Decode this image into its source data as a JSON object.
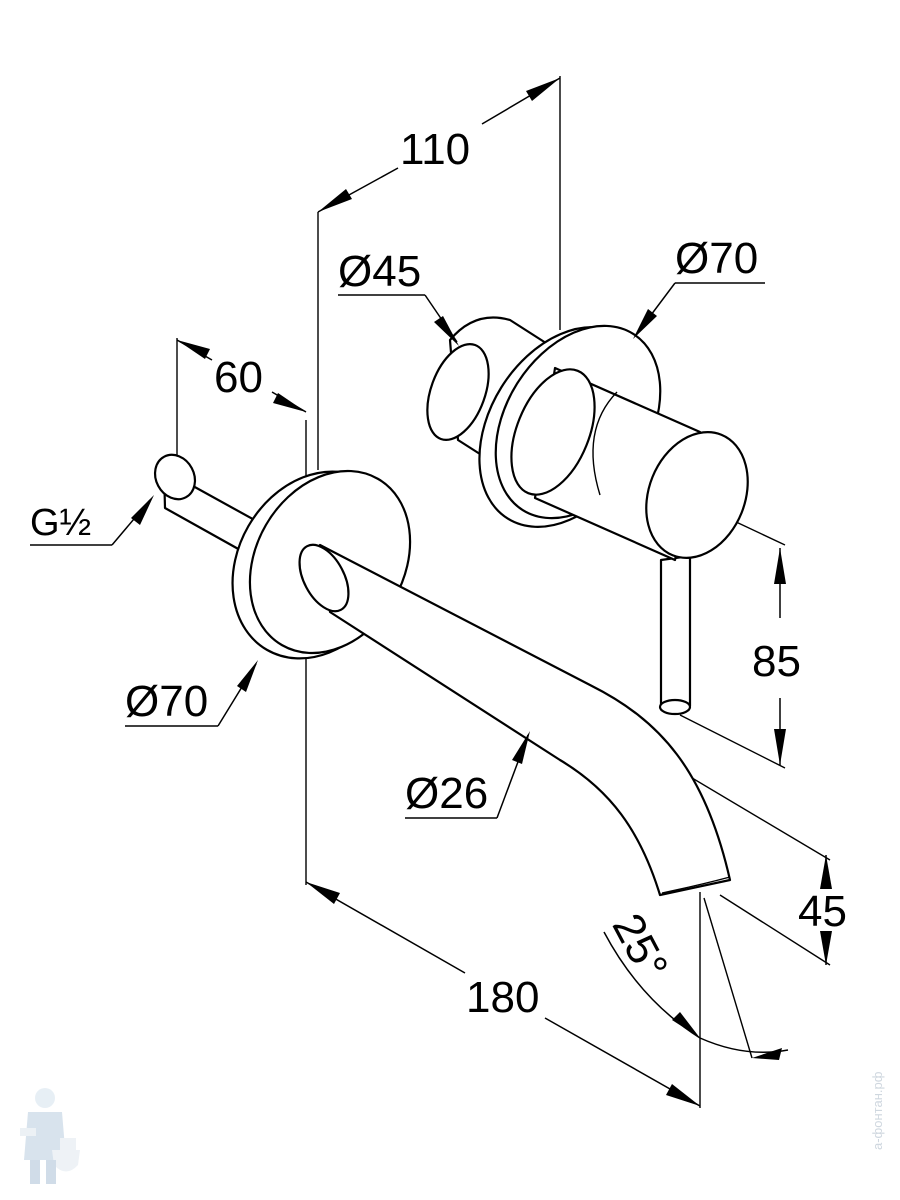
{
  "drawing": {
    "dimensions": {
      "offset_top": "110",
      "spout_projection": "180",
      "body_depth": "60",
      "lever_height": "85",
      "spout_drop": "45",
      "spout_angle": "25°"
    },
    "diameters": {
      "handle_small": "Ø45",
      "handle_rosette": "Ø70",
      "spout_rosette": "Ø70",
      "spout_tube": "Ø26"
    },
    "connection": "G½"
  },
  "watermark": {
    "text": "а-фонтан.рф",
    "icon": "plumber-with-toilet-icon"
  },
  "colors": {
    "line": "#000000",
    "background": "#ffffff",
    "watermark": "#cfd7df"
  }
}
